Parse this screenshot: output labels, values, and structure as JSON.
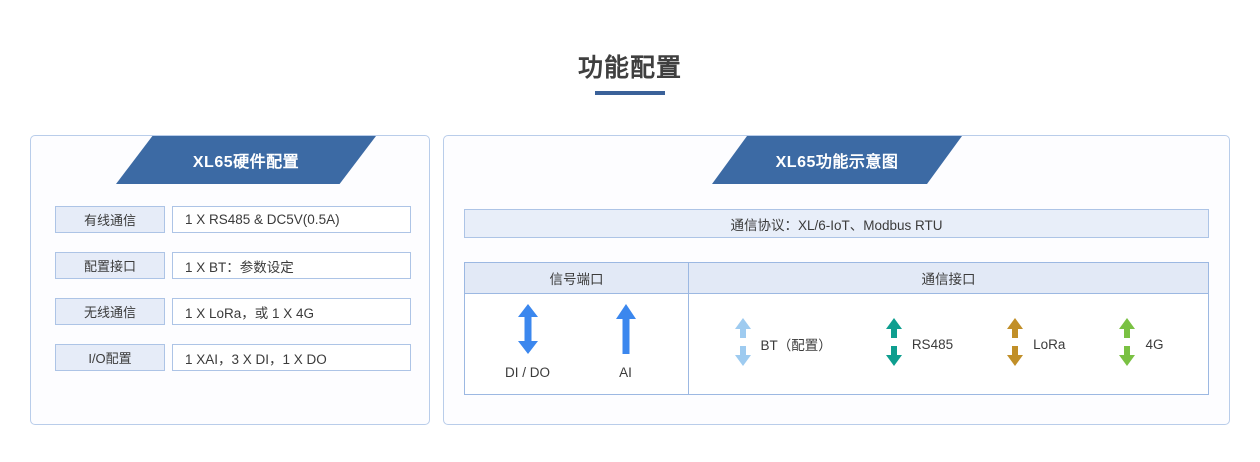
{
  "page": {
    "title": "功能配置",
    "background": "#ffffff",
    "accent": "#3a6199"
  },
  "left_panel": {
    "banner_title": "XL65硬件配置",
    "banner_color": "#3c6aa4",
    "rows": [
      {
        "label": "有线通信",
        "value": "1 X RS485 & DC5V(0.5A)"
      },
      {
        "label": "配置接口",
        "value": "1 X BT：参数设定"
      },
      {
        "label": "无线通信",
        "value": "1 X LoRa，或 1 X 4G"
      },
      {
        "label": "I/O配置",
        "value": "1 XAI，3 X DI，1 X DO"
      }
    ]
  },
  "right_panel": {
    "banner_title": "XL65功能示意图",
    "banner_color": "#3c6aa4",
    "protocol": "通信协议：XL/6-IoT、Modbus RTU",
    "table": {
      "headers": {
        "signal": "信号端口",
        "comm": "通信接口"
      },
      "signal_ports": [
        {
          "label": "DI / DO",
          "icon": "double-arrow-icon",
          "color": "#3b87ee",
          "direction": "both"
        },
        {
          "label": "AI",
          "icon": "up-arrow-icon",
          "color": "#3b87ee",
          "direction": "up"
        }
      ],
      "comm_ports": [
        {
          "label": "BT（配置）",
          "icon": "double-arrow-icon",
          "color": "#9ecbf0",
          "direction": "both"
        },
        {
          "label": "RS485",
          "icon": "double-arrow-icon",
          "color": "#0e9e8f",
          "direction": "both"
        },
        {
          "label": "LoRa",
          "icon": "double-arrow-icon",
          "color": "#c18f28",
          "direction": "both"
        },
        {
          "label": "4G",
          "icon": "double-arrow-icon",
          "color": "#7ac143",
          "direction": "both"
        }
      ]
    }
  }
}
